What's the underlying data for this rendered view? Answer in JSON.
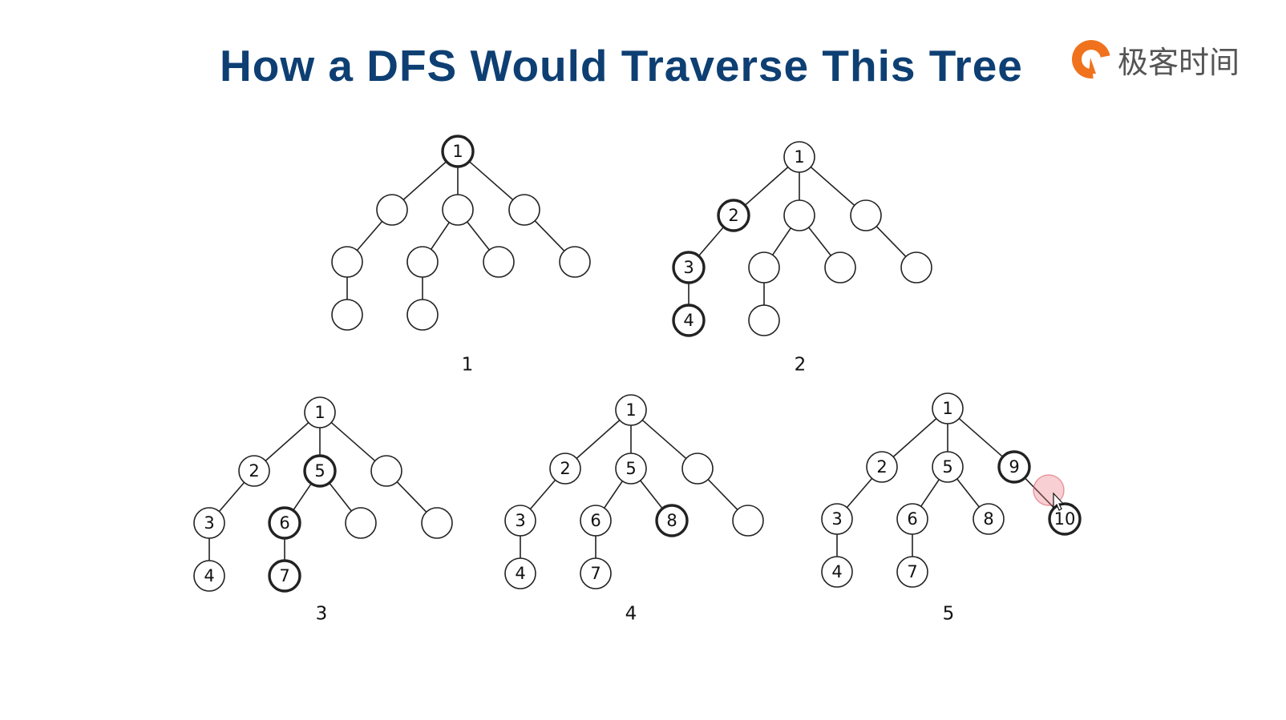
{
  "title": "How a DFS Would Traverse This Tree",
  "brand": {
    "name": "极客时间",
    "logo_icon": "geektime-logo-icon",
    "colors": {
      "mark": "#f0721d",
      "text": "#555555"
    }
  },
  "colors": {
    "title": "#0e3f73",
    "stroke": "#222222",
    "cursor_highlight": "#eb7882"
  },
  "steps": [
    {
      "caption": "1",
      "labels": [
        "1",
        "",
        "",
        "",
        "",
        "",
        "",
        "",
        "",
        ""
      ],
      "highlighted": [
        0
      ]
    },
    {
      "caption": "2",
      "labels": [
        "1",
        "2",
        "",
        "",
        "3",
        "",
        "",
        "",
        "4",
        ""
      ],
      "highlighted": [
        1,
        4,
        8
      ]
    },
    {
      "caption": "3",
      "labels": [
        "1",
        "2",
        "5",
        "",
        "3",
        "6",
        "",
        "",
        "4",
        "7"
      ],
      "highlighted": [
        2,
        5,
        9
      ]
    },
    {
      "caption": "4",
      "labels": [
        "1",
        "2",
        "5",
        "",
        "3",
        "6",
        "8",
        "",
        "4",
        "7"
      ],
      "highlighted": [
        6
      ]
    },
    {
      "caption": "5",
      "labels": [
        "1",
        "2",
        "5",
        "9",
        "3",
        "6",
        "8",
        "10",
        "4",
        "7"
      ],
      "highlighted": [
        3,
        7
      ]
    }
  ],
  "cursor": {
    "icon": "mouse-pointer-icon"
  }
}
